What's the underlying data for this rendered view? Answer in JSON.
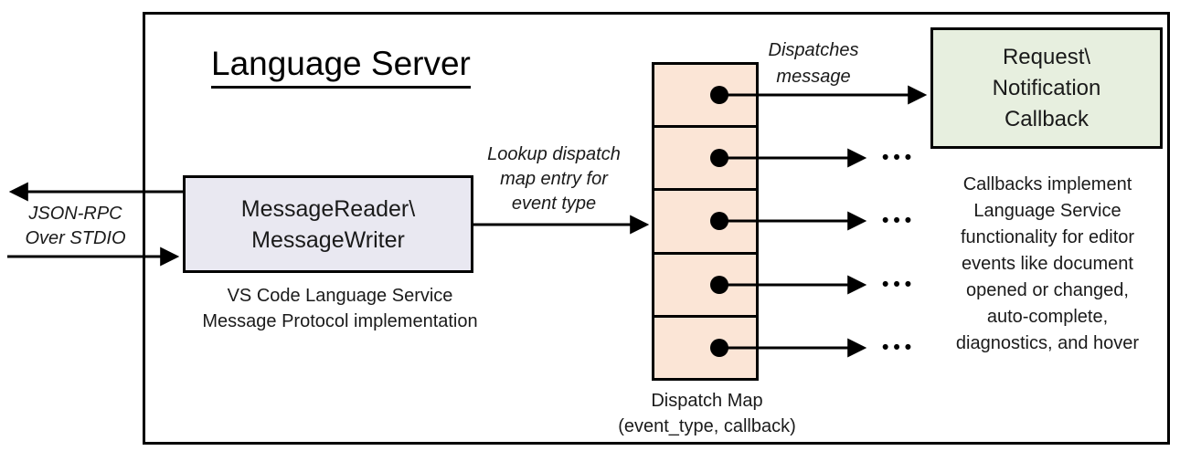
{
  "diagram": {
    "title": "Language Server"
  },
  "message_box": {
    "line1": "MessageReader\\",
    "line2": "MessageWriter",
    "caption_line1": "VS Code Language Service",
    "caption_line2": "Message Protocol implementation"
  },
  "callback_box": {
    "line1": "Request\\",
    "line2": "Notification",
    "line3": "Callback"
  },
  "dispatch_map": {
    "cell_count": 5,
    "caption_line1": "Dispatch Map",
    "caption_line2": "(event_type, callback)"
  },
  "labels": {
    "json_rpc_line1": "JSON-RPC",
    "json_rpc_line2": "Over STDIO",
    "lookup_line1": "Lookup dispatch",
    "lookup_line2": "map entry for",
    "lookup_line3": "event type",
    "dispatches_line1": "Dispatches",
    "dispatches_line2": "message"
  },
  "callbacks_note": {
    "lines": [
      "Callbacks implement",
      "Language Service",
      "functionality for editor",
      "events like document",
      "opened or changed,",
      "auto-complete,",
      "diagnostics, and hover"
    ]
  },
  "ellipsis": "•••",
  "colors": {
    "dispatch_map_fill": "#FBE5D6",
    "message_box_fill": "#E9E8F1",
    "callback_box_fill": "#E7EFDF",
    "line_color": "#000000",
    "background": "#FFFFFF"
  }
}
